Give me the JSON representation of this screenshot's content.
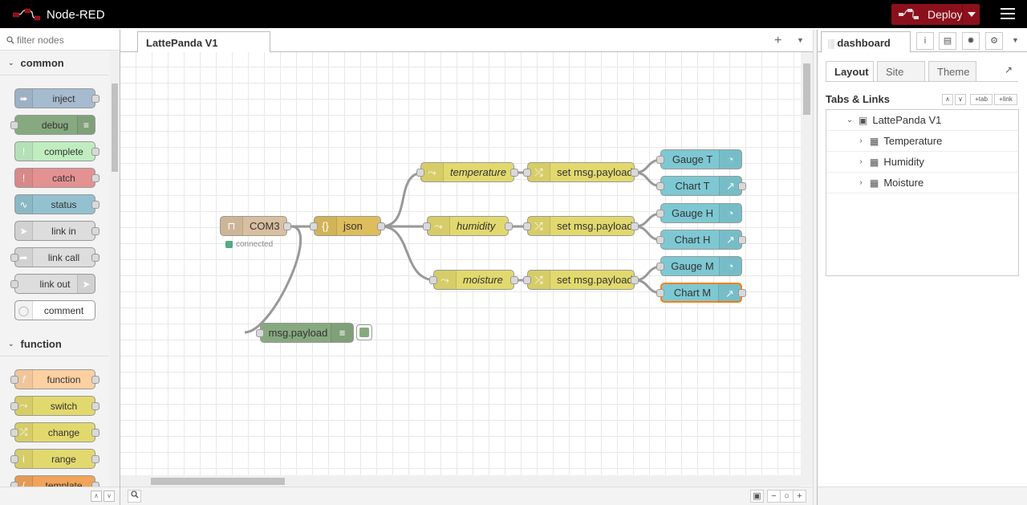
{
  "header": {
    "title": "Node-RED",
    "deploy_label": "Deploy"
  },
  "palette": {
    "search_placeholder": "filter nodes",
    "categories": [
      {
        "label": "common"
      },
      {
        "label": "function"
      }
    ],
    "common_nodes": [
      {
        "label": "inject",
        "color": "#a6bbcf"
      },
      {
        "label": "debug",
        "color": "#87a980"
      },
      {
        "label": "complete",
        "color": "#c0edc0"
      },
      {
        "label": "catch",
        "color": "#e49191"
      },
      {
        "label": "status",
        "color": "#94c1d0"
      },
      {
        "label": "link in",
        "color": "#dddddd"
      },
      {
        "label": "link call",
        "color": "#dddddd"
      },
      {
        "label": "link out",
        "color": "#dddddd"
      },
      {
        "label": "comment",
        "color": "#ffffff"
      }
    ],
    "function_nodes": [
      {
        "label": "function",
        "color": "#fdd0a2"
      },
      {
        "label": "switch",
        "color": "#e2d96e"
      },
      {
        "label": "change",
        "color": "#e2d96e"
      },
      {
        "label": "range",
        "color": "#e2d96e"
      },
      {
        "label": "template",
        "color": "#f0a35a"
      }
    ]
  },
  "workspace": {
    "tab_label": "LattePanda V1",
    "nodes": {
      "com3": {
        "label": "COM3",
        "status": "connected",
        "color": "#d8bfa0"
      },
      "json": {
        "label": "json",
        "color": "#debd5c"
      },
      "temperature": {
        "label": "temperature",
        "color": "#e2d96e"
      },
      "humidity": {
        "label": "humidity",
        "color": "#e2d96e"
      },
      "moisture": {
        "label": "moisture",
        "color": "#e2d96e"
      },
      "set1": {
        "label": "set msg.payload",
        "color": "#e2d96e"
      },
      "set2": {
        "label": "set msg.payload",
        "color": "#e2d96e"
      },
      "set3": {
        "label": "set msg.payload",
        "color": "#e2d96e"
      },
      "gauge_t": {
        "label": "Gauge T",
        "color": "#7dc8d2"
      },
      "chart_t": {
        "label": "Chart T",
        "color": "#7dc8d2"
      },
      "gauge_h": {
        "label": "Gauge H",
        "color": "#7dc8d2"
      },
      "chart_h": {
        "label": "Chart H",
        "color": "#7dc8d2"
      },
      "gauge_m": {
        "label": "Gauge M",
        "color": "#7dc8d2"
      },
      "chart_m": {
        "label": "Chart M",
        "color": "#7dc8d2"
      },
      "debug": {
        "label": "msg.payload",
        "color": "#87a980"
      }
    }
  },
  "sidebar": {
    "tab_label": "dashboard",
    "sub_tabs": [
      "Layout",
      "Site",
      "Theme"
    ],
    "section_title": "Tabs & Links",
    "btn_tab": "tab",
    "btn_link": "link",
    "tree": [
      {
        "label": "LattePanda V1"
      },
      {
        "label": "Temperature"
      },
      {
        "label": "Humidity"
      },
      {
        "label": "Moisture"
      }
    ]
  }
}
